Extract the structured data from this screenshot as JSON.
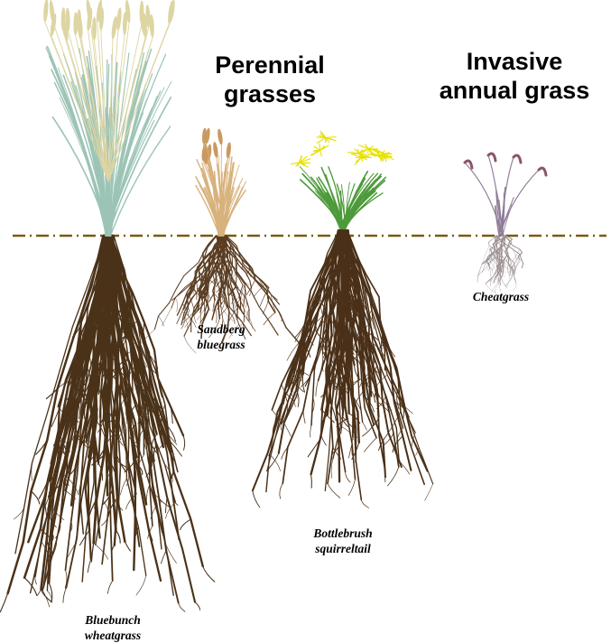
{
  "headings": {
    "perennial": "Perennial\ngrasses",
    "invasive": "Invasive\nannual grass"
  },
  "plants": [
    {
      "name": "Bluebunch\nwheatgrass",
      "foliage_color": "#9cc4b6",
      "seed_color": "#ddd5a2",
      "root_color": "#4a3219"
    },
    {
      "name": "Sandberg\nbluegrass",
      "foliage_color": "#d8b27c",
      "seed_color": "#c99a60",
      "root_color": "#5a3d22"
    },
    {
      "name": "Bottlebrush\nsquirreltail",
      "foliage_color": "#4d9a3a",
      "seed_color": "#e8e000",
      "root_color": "#4a3018"
    },
    {
      "name": "Cheatgrass",
      "foliage_color": "#8f7d98",
      "seed_color": "#8a5568",
      "root_color": "#9a8e90"
    }
  ],
  "ground_line_color": "#7a5a12"
}
